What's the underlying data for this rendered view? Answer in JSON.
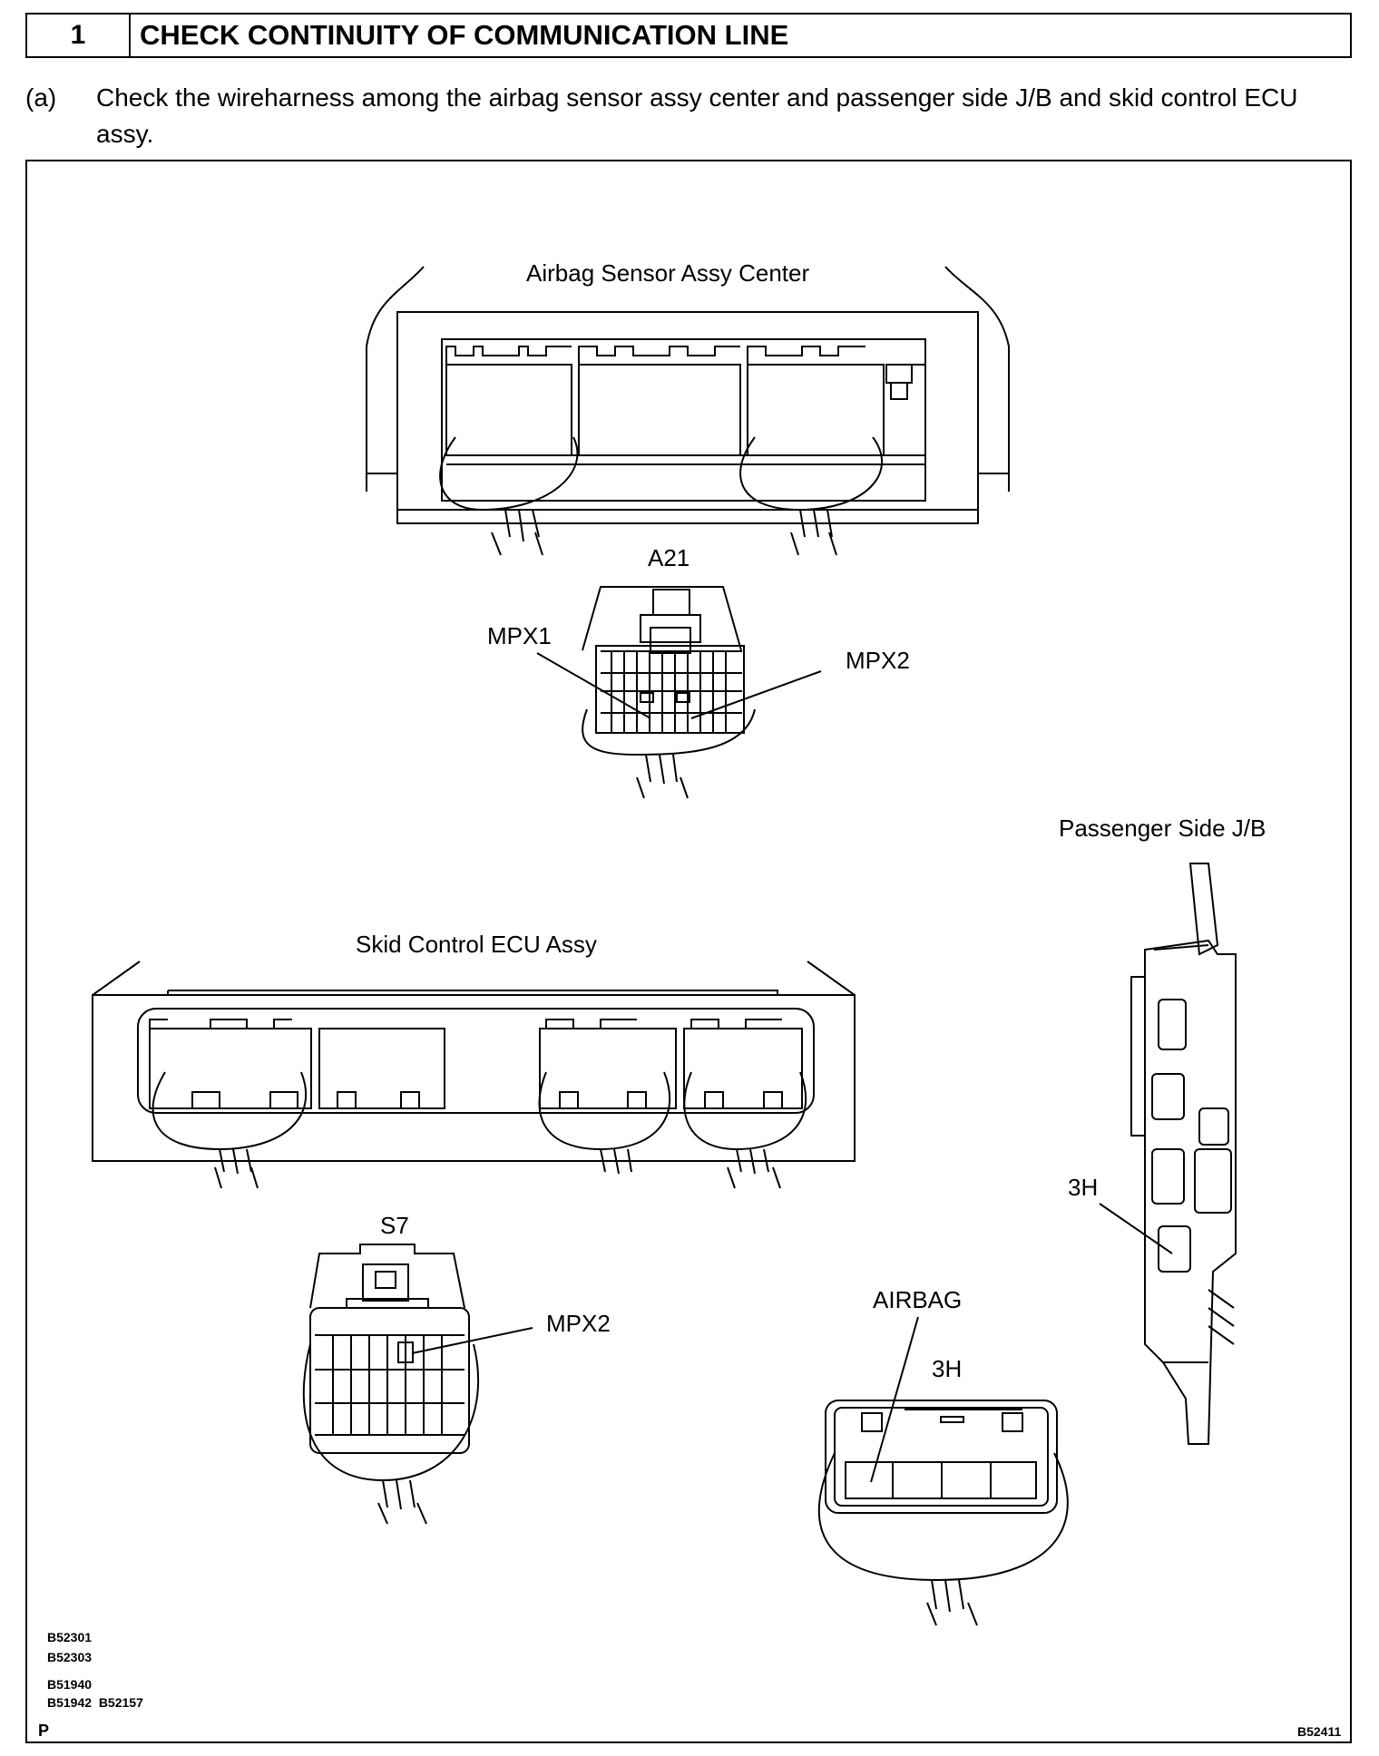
{
  "header": {
    "step_number": "1",
    "title": "CHECK CONTINUITY OF COMMUNICATION LINE"
  },
  "instruction": {
    "label": "(a)",
    "text": "Check the wireharness among the airbag sensor assy center and passenger side J/B and skid control ECU assy."
  },
  "figure": {
    "labels": {
      "airbag_sensor": "Airbag Sensor Assy Center",
      "a21": "A21",
      "mpx1_a21": "MPX1",
      "mpx2_a21": "MPX2",
      "passenger_jb": "Passenger Side J/B",
      "skid_ecu": "Skid Control ECU Assy",
      "s7": "S7",
      "mpx2_s7": "MPX2",
      "jb_3h": "3H",
      "airbag_conn": "AIRBAG",
      "conn_3h": "3H"
    },
    "codes": [
      "B52301",
      "B52303",
      "B51940",
      "B51942  B52157"
    ],
    "corner_left": "P",
    "corner_right": "B52411"
  }
}
